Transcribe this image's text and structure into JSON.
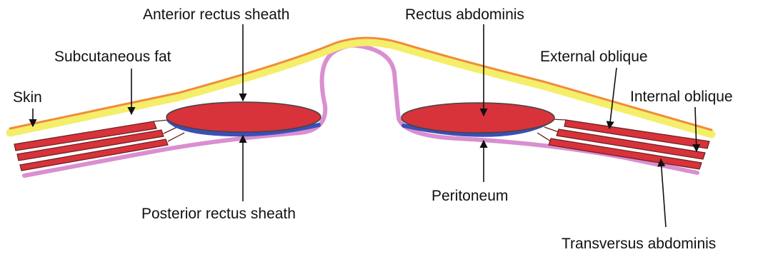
{
  "labels": {
    "skin": "Skin",
    "subcutaneous_fat": "Subcutaneous fat",
    "anterior_rectus_sheath": "Anterior rectus sheath",
    "rectus_abdominis": "Rectus abdominis",
    "external_oblique": "External oblique",
    "internal_oblique": "Internal oblique",
    "posterior_rectus_sheath": "Posterior rectus sheath",
    "peritoneum": "Peritoneum",
    "transversus_abdominis": "Transversus abdominis"
  },
  "colors": {
    "skin": "#f08c3a",
    "subcutaneous_fat": "#f4ee6a",
    "peritoneum": "#d98fd0",
    "muscle": "#d8323a",
    "muscle_outline": "#6a2020",
    "posterior_sheath": "#3a4fb8",
    "arrow": "#111111"
  }
}
